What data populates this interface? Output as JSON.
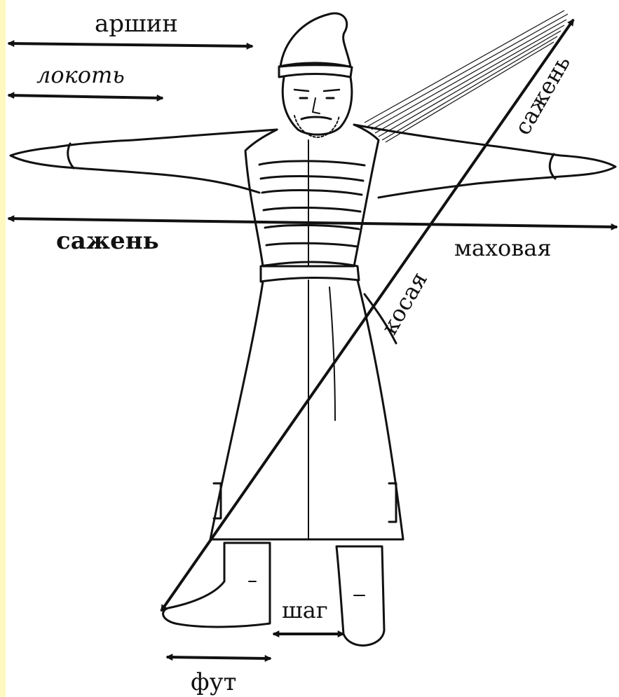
{
  "diagram": {
    "labels": {
      "arshin": "аршин",
      "lokot": "локоть",
      "sazhen_top": "сажень",
      "sazhen_left": "сажень",
      "makhovaya": "маховая",
      "kosaya": "косая",
      "shag": "шаг",
      "fut": "фут"
    },
    "colors": {
      "ink": "#111111",
      "background": "#ffffff",
      "left_strip": "#fdf9c0"
    }
  }
}
